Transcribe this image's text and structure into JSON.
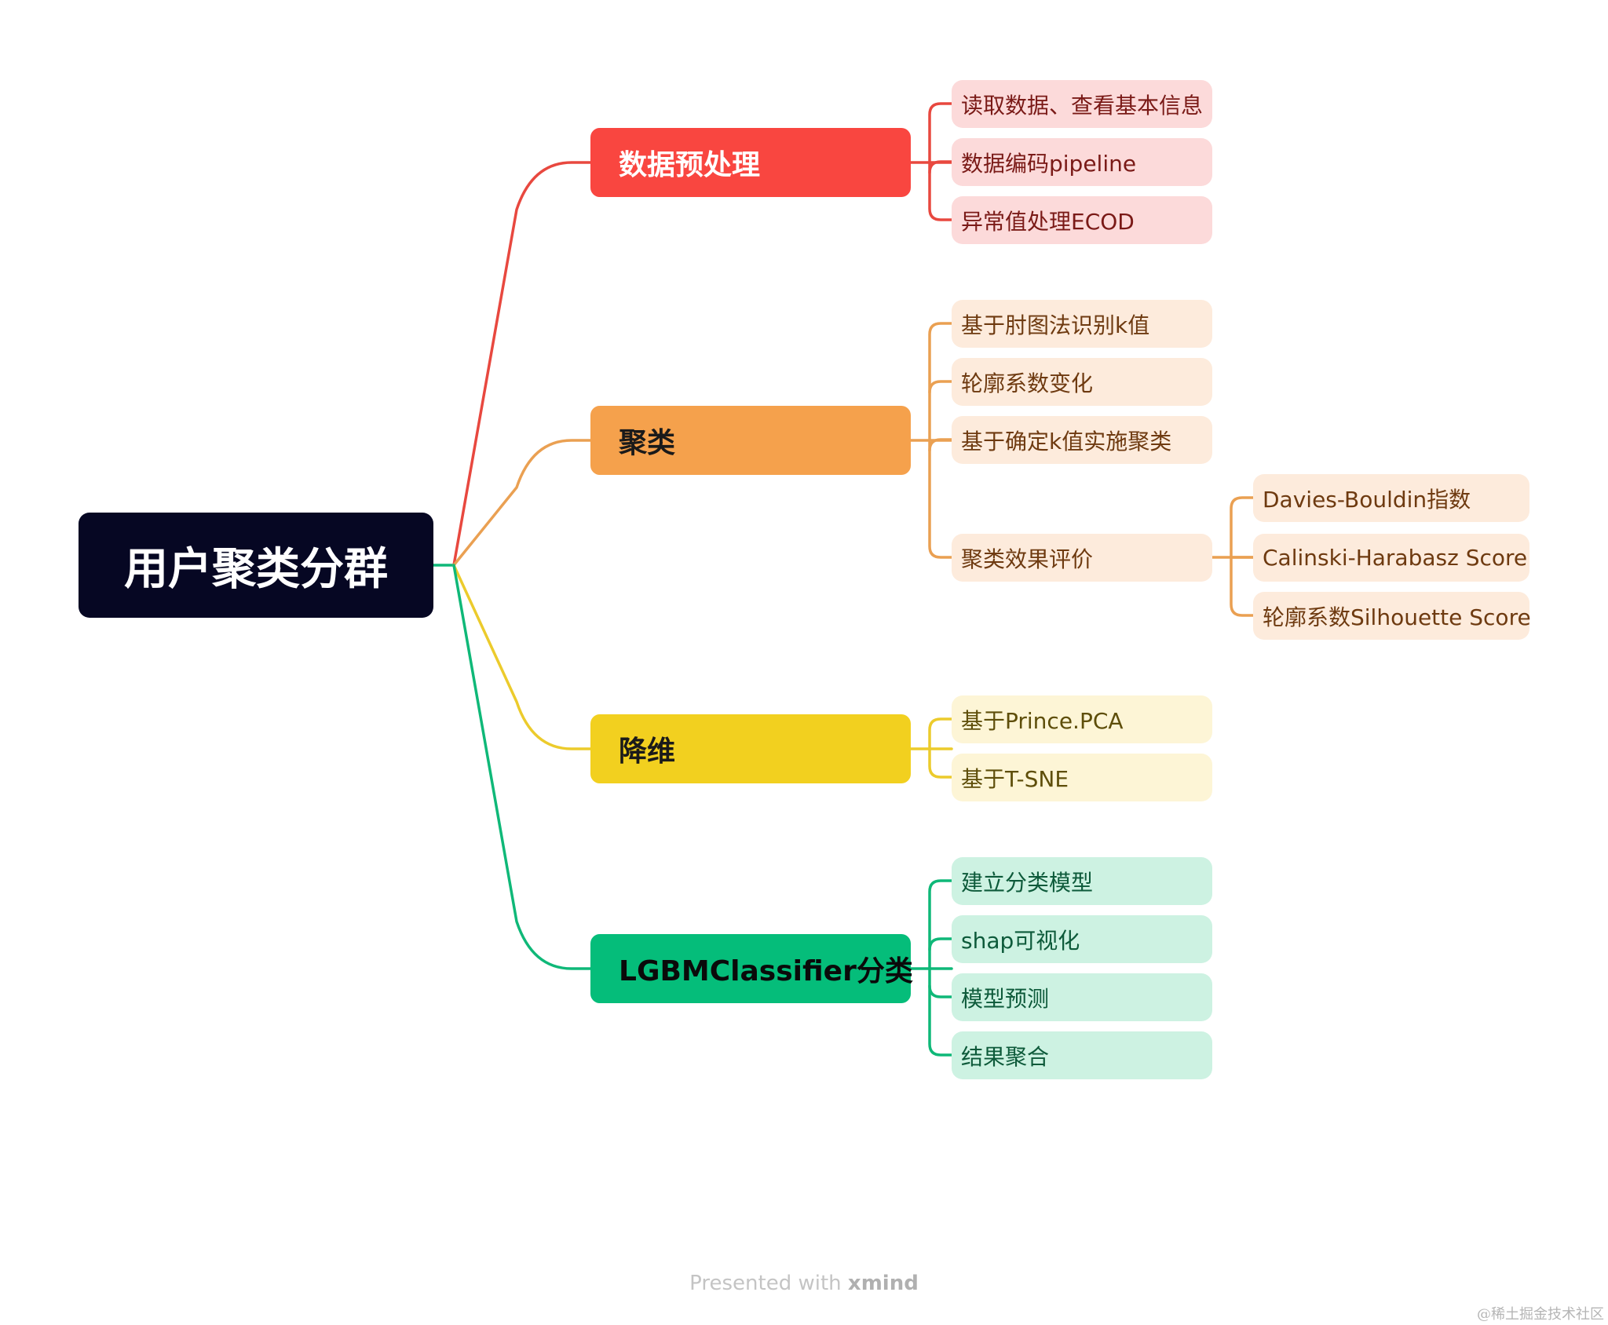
{
  "root": {
    "label": "用户聚类分群"
  },
  "branches": {
    "preprocess": {
      "label": "数据预处理",
      "color": "#f94640",
      "text_color": "#ffffff",
      "line_color": "#e8483f",
      "leaf_bg": "#fcdada",
      "leaf_text": "#7a1a17",
      "children": [
        "读取数据、查看基本信息",
        "数据编码pipeline",
        "异常值处理ECOD"
      ]
    },
    "cluster": {
      "label": "聚类",
      "color": "#f5a14c",
      "text_color": "#1a1a1a",
      "line_color": "#eaa052",
      "leaf_bg": "#fdebdc",
      "leaf_text": "#6e3a10",
      "children": [
        "基于肘图法识别k值",
        "轮廓系数变化",
        "基于确定k值实施聚类",
        "聚类效果评价"
      ],
      "evaluation": [
        "Davies-Bouldin指数",
        "Calinski-Harabasz Score",
        "轮廓系数Silhouette Score"
      ]
    },
    "reduce": {
      "label": "降维",
      "color": "#f2d01f",
      "text_color": "#1a1a1a",
      "line_color": "#eccb2c",
      "leaf_bg": "#fdf5d6",
      "leaf_text": "#5e4e0a",
      "children": [
        "基于Prince.PCA",
        "基于T-SNE"
      ]
    },
    "classify": {
      "label": "LGBMClassifier分类",
      "color": "#05bd7a",
      "text_color": "#0a0a0a",
      "line_color": "#0fb878",
      "leaf_bg": "#cdf2e2",
      "leaf_text": "#0d5a3a",
      "children": [
        "建立分类模型",
        "shap可视化",
        "模型预测",
        "结果聚合"
      ]
    }
  },
  "footer": {
    "prefix": "Presented with ",
    "brand": "xmind"
  },
  "watermark": "@稀土掘金技术社区"
}
